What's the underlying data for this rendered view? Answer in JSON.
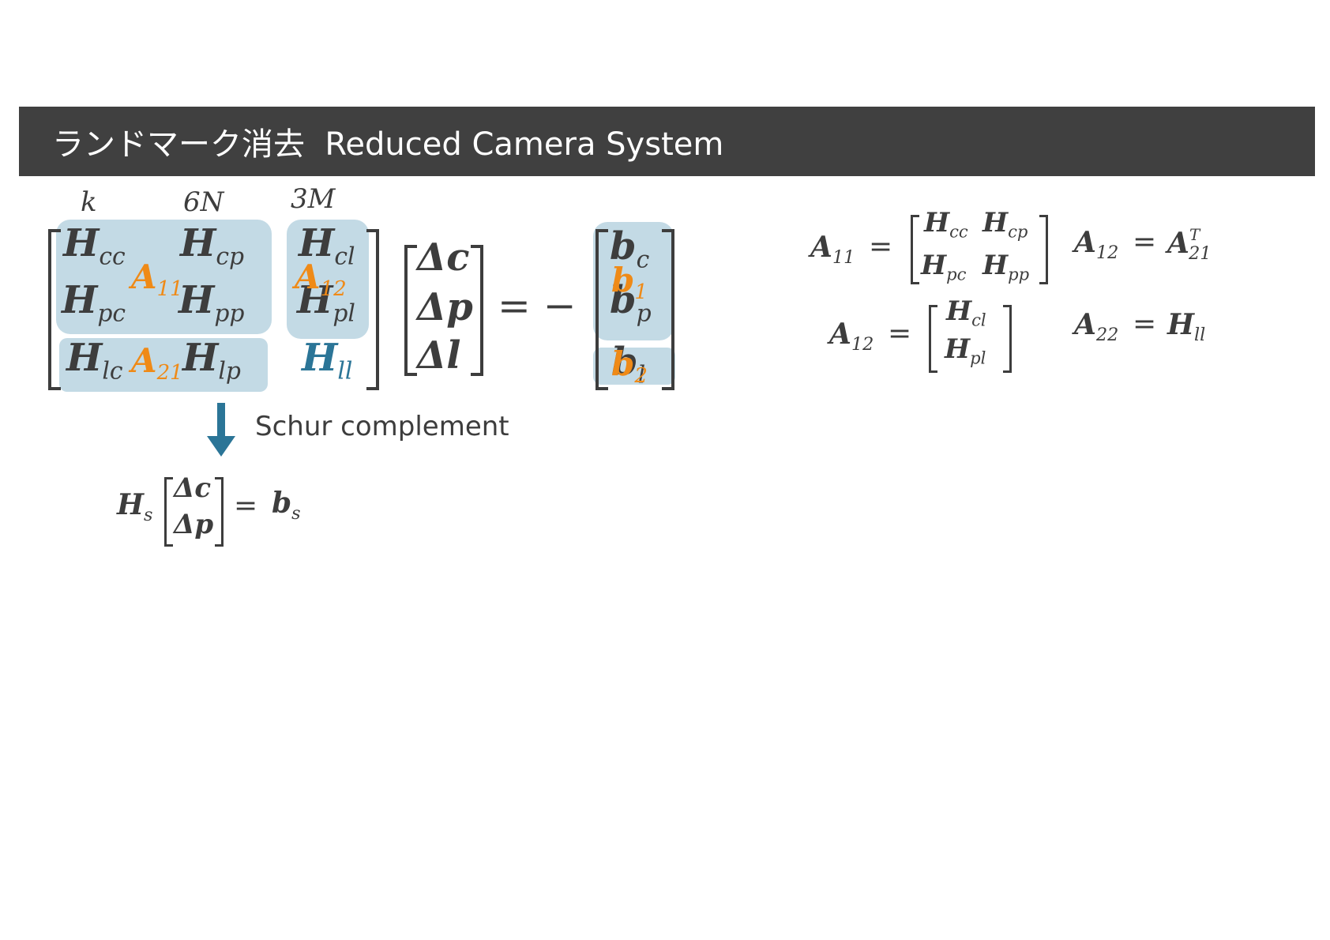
{
  "slide": {
    "title": "ランドマーク消去  Reduced Camera System"
  },
  "dims": {
    "k": "k",
    "six_n": "6N",
    "three_m": "3M"
  },
  "matrix_H": {
    "hcc": "H",
    "hcc_sub": "cc",
    "hcp": "H",
    "hcp_sub": "cp",
    "hcl": "H",
    "hcl_sub": "cl",
    "hpc": "H",
    "hpc_sub": "pc",
    "hpp": "H",
    "hpp_sub": "pp",
    "hpl": "H",
    "hpl_sub": "pl",
    "hlc": "H",
    "hlc_sub": "lc",
    "hlp": "H",
    "hlp_sub": "lp",
    "hll": "H",
    "hll_sub": "ll"
  },
  "block_labels": {
    "a11": "A",
    "a11_sub": "11",
    "a12": "A",
    "a12_sub": "12",
    "a21": "A",
    "a21_sub": "21"
  },
  "delta_vec": {
    "dc": "Δc",
    "dp": "Δp",
    "dl": "Δl"
  },
  "equals_minus": "= −",
  "b_vec": {
    "bc": "b",
    "bc_sub": "c",
    "bp": "b",
    "bp_sub": "p",
    "bl": "b",
    "bl_sub": "l",
    "b1": "b",
    "b1_sub": "1",
    "b2": "b",
    "b2_sub": "2"
  },
  "arrow_label": "Schur complement",
  "reduced": {
    "hs": "H",
    "hs_sub": "s",
    "dc": "Δc",
    "dp": "Δp",
    "eq": "=",
    "bs": "b",
    "bs_sub": "s"
  },
  "defs": {
    "a11_lhs": "A",
    "a11_lhs_sub": "11",
    "eq": "=",
    "a12t_lhs": "A",
    "a12t_lhs_sub": "12",
    "a21": "A",
    "a21_sub": "21",
    "a21_sup": "T",
    "a12_lhs": "A",
    "a12_lhs_sub": "12",
    "a22_lhs": "A",
    "a22_lhs_sub": "22",
    "hll": "H",
    "hll_sub": "ll",
    "hcc": "H",
    "hcc_sub": "cc",
    "hcp": "H",
    "hcp_sub": "cp",
    "hpc": "H",
    "hpc_sub": "pc",
    "hpp": "H",
    "hpp_sub": "pp",
    "hcl": "H",
    "hcl_sub": "cl",
    "hpl": "H",
    "hpl_sub": "pl"
  },
  "colors": {
    "title_bar": "#404040",
    "highlight": "#c3dae5",
    "orange": "#ef8a17",
    "blue": "#2b7597",
    "text": "#3d3d3d"
  }
}
